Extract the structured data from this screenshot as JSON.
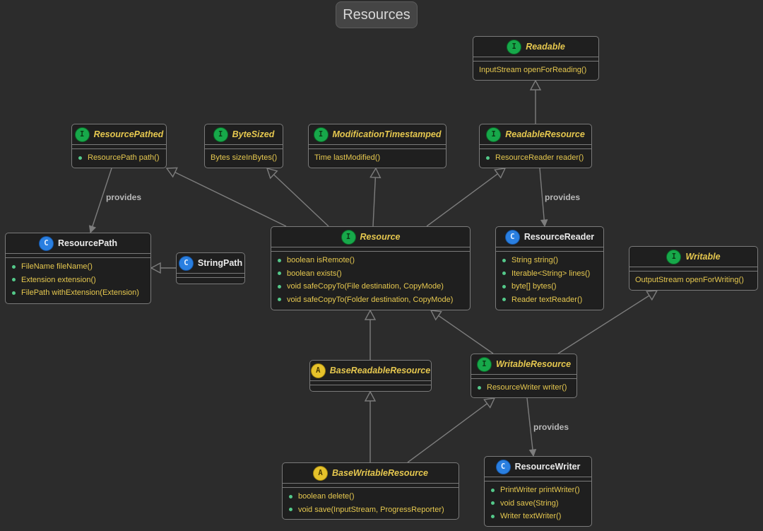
{
  "title": "Resources",
  "colors": {
    "background": "#2c2c2c",
    "node_fill": "#1f1f1f",
    "node_border": "#7a7a7a",
    "text_accent": "#e6c84f",
    "interface_badge": "#17a84a",
    "class_badge": "#2a7fe0",
    "abstract_badge": "#e6c22b",
    "member_dot": "#54c98a",
    "edge": "#7d7d7d"
  },
  "nodes": {
    "readable": {
      "kind": "I",
      "name": "Readable",
      "members": [
        "InputStream openForReading()"
      ]
    },
    "resource_pathed": {
      "kind": "I",
      "name": "ResourcePathed",
      "members": [
        "ResourcePath path()"
      ]
    },
    "byte_sized": {
      "kind": "I",
      "name": "ByteSized",
      "members": [
        "Bytes sizeInBytes()"
      ]
    },
    "modification_timestamped": {
      "kind": "I",
      "name": "ModificationTimestamped",
      "members": [
        "Time lastModified()"
      ]
    },
    "readable_resource": {
      "kind": "I",
      "name": "ReadableResource",
      "members": [
        "ResourceReader reader()"
      ]
    },
    "resource_path": {
      "kind": "C",
      "name": "ResourcePath",
      "members": [
        "FileName fileName()",
        "Extension extension()",
        "FilePath withExtension(Extension)"
      ]
    },
    "string_path": {
      "kind": "C",
      "name": "StringPath",
      "members": []
    },
    "resource": {
      "kind": "I",
      "name": "Resource",
      "members": [
        "boolean isRemote()",
        "boolean exists()",
        "void safeCopyTo(File destination, CopyMode)",
        "void safeCopyTo(Folder destination, CopyMode)"
      ]
    },
    "resource_reader": {
      "kind": "C",
      "name": "ResourceReader",
      "members": [
        "String string()",
        "Iterable<String> lines()",
        "byte[] bytes()",
        "Reader textReader()"
      ]
    },
    "writable": {
      "kind": "I",
      "name": "Writable",
      "members": [
        "OutputStream openForWriting()"
      ]
    },
    "base_readable_resource": {
      "kind": "A",
      "name": "BaseReadableResource",
      "members": []
    },
    "writable_resource": {
      "kind": "I",
      "name": "WritableResource",
      "members": [
        "ResourceWriter writer()"
      ]
    },
    "base_writable_resource": {
      "kind": "A",
      "name": "BaseWritableResource",
      "members": [
        "boolean delete()",
        "void save(InputStream, ProgressReporter)"
      ]
    },
    "resource_writer": {
      "kind": "C",
      "name": "ResourceWriter",
      "members": [
        "PrintWriter printWriter()",
        "void save(String)",
        "Writer textWriter()"
      ]
    }
  },
  "edge_labels": {
    "pathed_to_path": "provides",
    "readable_resource_to_reader": "provides",
    "writable_resource_to_writer": "provides"
  }
}
